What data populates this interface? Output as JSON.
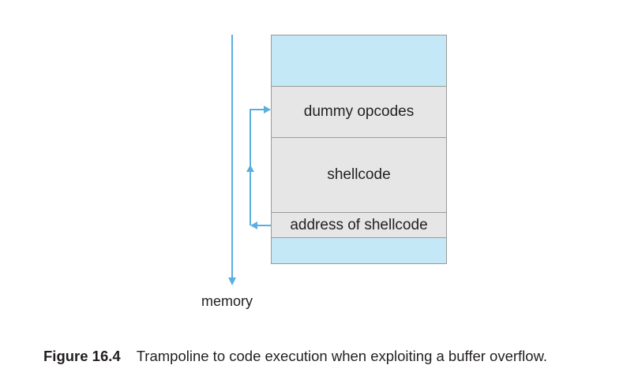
{
  "diagram": {
    "blocks": [
      {
        "id": "top",
        "label": "",
        "fill": "#c5e8f6"
      },
      {
        "id": "dummy",
        "label": "dummy opcodes",
        "fill": "#e6e6e6"
      },
      {
        "id": "shellcode",
        "label": "shellcode",
        "fill": "#e6e6e6"
      },
      {
        "id": "address",
        "label": "address of shellcode",
        "fill": "#e6e6e6"
      },
      {
        "id": "bottom",
        "label": "",
        "fill": "#c5e8f6"
      }
    ],
    "memory_label": "memory",
    "arrow_color": "#5aaee0"
  },
  "caption": {
    "number": "Figure 16.4",
    "text": "Trampoline to code execution when exploiting a buffer overflow."
  }
}
